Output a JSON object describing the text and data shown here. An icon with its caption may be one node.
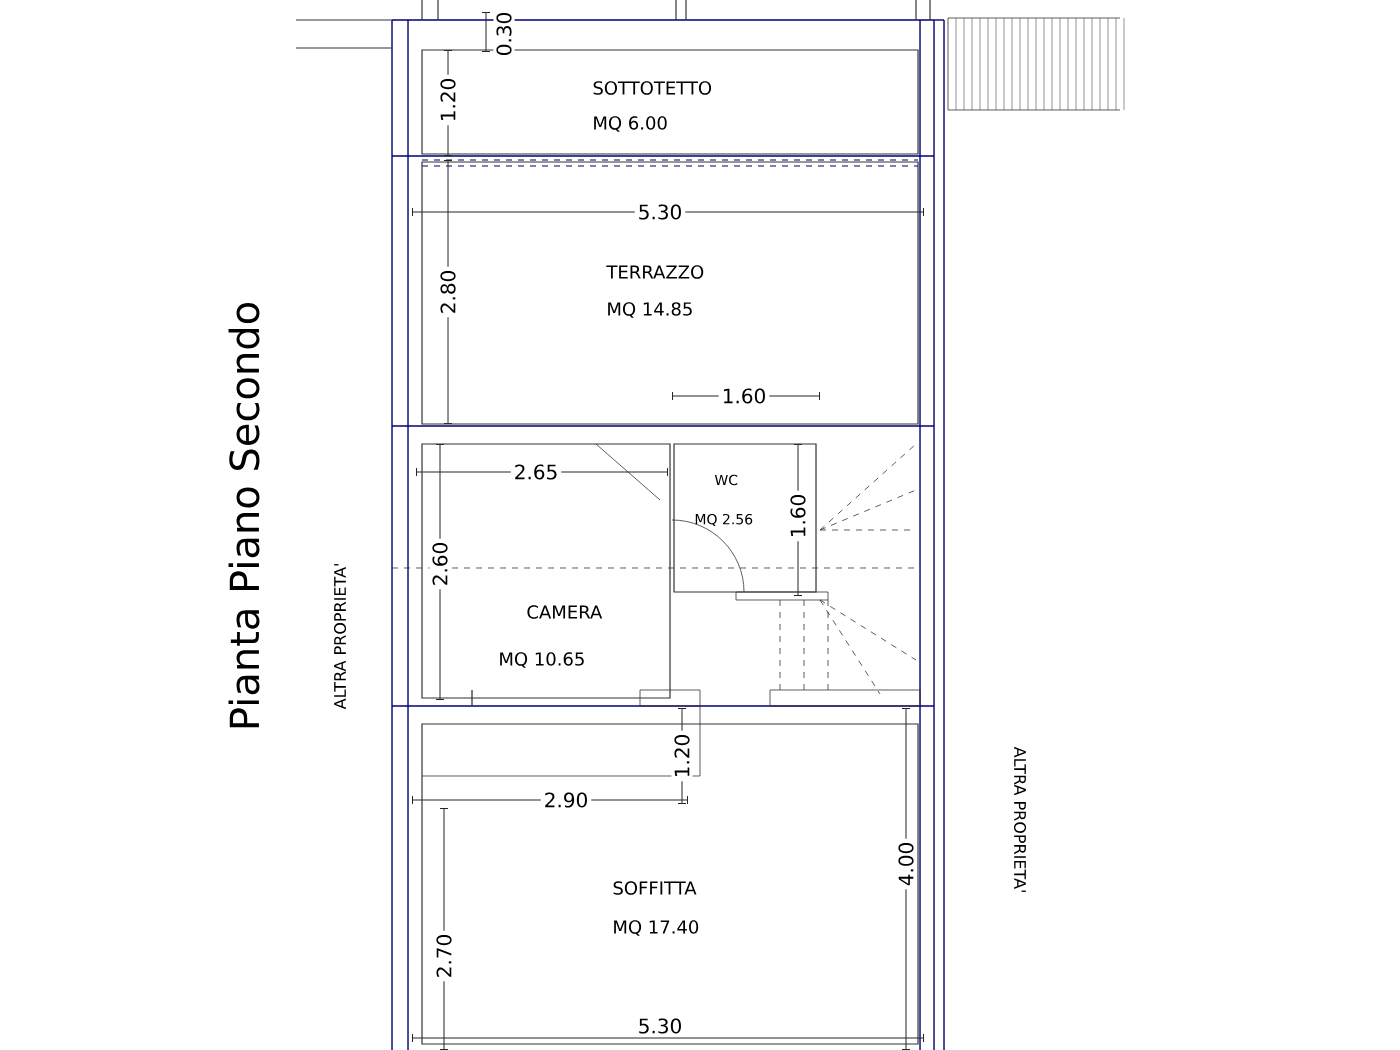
{
  "diagram": {
    "title": "Pianta Piano Secondo",
    "nodes": [
      {
        "text": [
          "SOTTOTETTO",
          "MQ 6.00"
        ]
      },
      {
        "text": [
          "TERRAZZO",
          "MQ 14.85"
        ]
      },
      {
        "text": [
          "WC",
          "MQ 2.56"
        ]
      },
      {
        "text": [
          "CAMERA",
          "MQ 10.65"
        ]
      },
      {
        "text": [
          "SOFFITTA",
          "MQ 17.40"
        ]
      }
    ],
    "labels": [
      "0.30",
      "1.20",
      "5.30",
      "2.80",
      "1.60",
      "2.65",
      "1.60",
      "2.60",
      "ALTRA PROPRIETA'",
      "ALTRA PROPRIETA'",
      "1.20",
      "2.90",
      "4.00",
      "2.70",
      "5.30"
    ]
  }
}
